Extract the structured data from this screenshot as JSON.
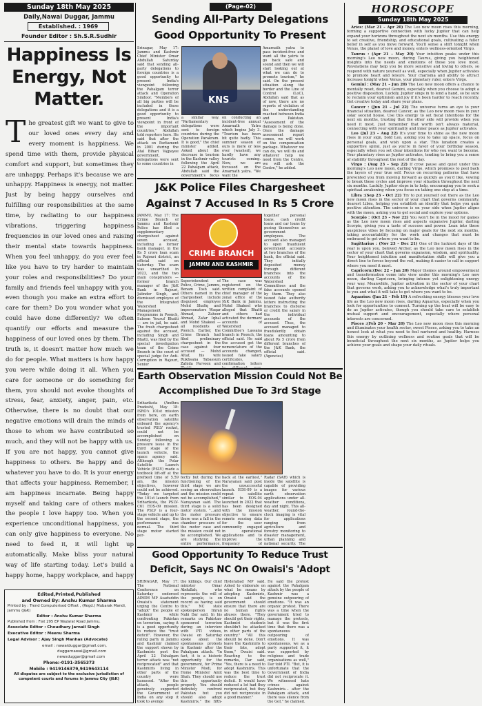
{
  "masthead": {
    "date": "Sunday 18th May 2025",
    "paper": "Daily,Nawai Duggar, Jammu",
    "established": "Established. : 1969",
    "founder": "Founder Editor : Sh.S.R.Sudhir",
    "page": "(Page-02)"
  },
  "editorial": {
    "title": "Happiness Is Energy, Not Matter.",
    "dropcap": "T",
    "body": "he greatest gift we want to give to our loved ones every day and every moment is happiness. We spend time with them, provide physical comfort and support, but sometimes they are unhappy. Perhaps it's because we are unhappy. Happiness is energy, not matter. Just by being happy ourselves and fulfilling our responsibilities at the same time, by radiating to our happiness vibrations, triggering happiness frequencies in our loved ones and raising their mental state towards happiness. When you feel unhappy, do you ever feel like you have to try harder to maintain your roles and responsibilities? Do your family and friends feel unhappy with you, even though you make an extra effort to care for them? Do you wonder what you could have done differently? We often quantify our efforts and measure the happiness of our loved ones by them. The truth is, it doesn't matter how much we do for people. What matters is how happy you were while doing it all. When you care for someone or do something for them, you should not evoke thoughts of stress, fear, anxiety, anger, pain, etc. Otherwise, there is no doubt that our negative emotions will drain the minds of those to whom we have contributed so much, and they will not be happy with us. If you are not happy, you cannot give happiness to others. Be happy and do whatever you have to do. It is your energy that affects your happiness. Remember, I am happiness incarnate. Being happy myself and taking care of others makes the people I love happy too. When you experience unconditional happiness, you can only give happiness to everyone. No need to feed it, it will light up automatically. Make bliss your natural way of life starting today. Let's build a happy home, happy workplace, and happy world by always being happy in every situation."
  },
  "imprint": {
    "heading1": "Edited,Printed,Published",
    "heading2": "and Owned By: Anshu Kumar Sharma",
    "printed_by": "Printed by : Trend Computerised Offset , (Regd.) Mubarak Mandi, Jammu (J&K)",
    "editor": "Editor : Anshu Kumar Sharma",
    "published": "Published from : Flat 295 EP Wazarat Road Jammu.",
    "assoc_editor": "Associate Editor : Choudhary Jarnail Singh",
    "exec_editor": "Executive Editor : Meenu Sharma",
    "legal": "Legal Advisor : Ajay Singh Manhas (Advocate)",
    "email_label": "email :",
    "email1": "nawaiduggar@gmail.com,",
    "email2": "duggarnawai@gmail.com",
    "email3": "newsduggar@gmail.com",
    "phone": "Phone:-0191-3565373",
    "mobile": "Mobile : 9419146379,9419643114",
    "disclaimer": "All disputes are subject to the exclusive jurisdiction of competent courts and forums in Jammu City (J&K)"
  },
  "horoscope": {
    "title": "HOROSCOPE",
    "date": "Sunday 18th May 2025",
    "entries": [
      {
        "sign": "Aries: (Mar 21 – Apr 20)",
        "text": "The Leo new moon rises this morning, forming a supportive connection with lucky Jupiter that can help expand your horizons throughout the next six months. Use this energy to set creative, friendship, and educational goals, cultivating a fuller belief in self as you move forward. You'll sense a shift tonight when Venus, the planet of love and money, enters wellness-oriented Virgo."
      },
      {
        "sign": "Taurus : (Apr 21 – May 20)",
        "text": "Your intuition peaks under this morning's Leo new moon, during Taurus, giving you heightened insights into the needs and emotions of those you love most. Revelations may help you be more sensitive and loving to others, so respond with nature yourself as well, especially when Jupiter activates to promote heart and leisure. Your charisma and ability to attract increase tonight when Venus, your planetary ruler, enters Virgo."
      },
      {
        "sign": "Gemini : (May 21 – Jun 20)",
        "text": "The Leo new moon offers a chance to mentally reset, dearest Gemini, especially when you choose to adopt a positive disposition. Luckily, Jupiter sings in to lend a hand, so be sure to reclaim your optimism and joy if it's been harder to reach recently. Get creative today and share your plans."
      },
      {
        "sign": "Cancer : (Jun 21 – Jul 22)",
        "text": "The universe turns an eye to your financial situation, dearest Cancer, as the Leo new moon rises in your solar second house. Use this energy to set fiscal intentions for the next six months, trusting that the other side will provide when you need it most. Just remember that worth isn't always material, connecting with your spirituality and inner peace as Jupiter activates."
      },
      {
        "sign": "Leo (Jul 23 – Aug 22)",
        "text": "It's your time to shine as the new moon rises in your sign, bold Leo, asking you to take up space, focus on personal goals, and wish upon a star. This lunation creates a supportive spiral, just as you're in favor of your birthday season, especially when you set clear intentions for who you want to become. Your planetary rises as Jupiter activates, tending to bring you a sense of stability throughout the rest of the day."
      },
      {
        "sign": "Virgo : (Aug 23 – Sep 22)",
        "text": "If crow pause and quiet under this morning's Leo new moon, darling Virgo, which promises to peel back the layers of your true self. Focus on recurring patterns that have prevented you from moving forward as quickly as you'd like, vowing to break these cycles and improve your situation throughout the next six months. Luckily, Jupiter steps in to help, encouraging you to seek a spiritual awakening when you focus on taking one step at a time."
      },
      {
        "sign": "Libra :(Sep 23 – Oct 22)",
        "text": "Try to put yourself out there as the Leo new moon rises in the sector of your chart that governs community, dearest Libra, helping you establish an identity that helps you gain positive attention. The universe is on your side when Jupiter aligns with the moon, asking you to get social and explore your options."
      },
      {
        "sign": "Scorpio : (Oct 23 – Nov 22)",
        "text": "You won't be in the mood for games as the Leo new moon rises and aspects expansive Jupiter, darling Scorpio, giving you a taste of success and power. Lean into these auspicious vibes by focusing on major goals for the next six months, taking accountability for the work and changes that must be embraced to get where you want to be."
      },
      {
        "sign": "Sagittarius : (Nov 23 – Dec 21)",
        "text": "One of the luckiest days of the year is upon you, beloved Archer, as the Leo new moon rises in the sector of your chart that governs expansion, wisdom, and spirituality. Your heightened intuition and manifestation skills will give you a direct line to forces beyond the veil, making it easier to call in support where you need it most."
      },
      {
        "sign": "Capricorn:(Dec 22 – Jan 20)",
        "text": "Major themes around empowerment and transformation come into view under this morning's Leo new moon, darling Capricorn, bringing intense yet enlightening energy your way. Meanwhile, Jupiter activation in the sector of your chart that governs work, asking you to acknowledge what's truly important to you and what it will take to get where you want to be."
      },
      {
        "sign": "Aquarius: (Jan 21 – Feb 19)",
        "text": "A refreshing energy blesses your love life as the Leo new moon rises, darling Aquarius, especially when you look for opportunities to connect. Turning up the heat will be easy to do as Jupiter activates, though you should take care to establish mutual support and encouragement, especially where personal interests are concerned."
      },
      {
        "sign": "Pisces :(Feb 20 – Mar 20)",
        "text": "The Leo new moon rises this morning and illuminates your health sector, sweet Pisces, asking you to take an honest look at what you need to feel nurtured and healthy. Harness this energy by outlining wellness and routine goals that will be beneficial throughout the next six months, as Jupiter helps you achieve your goals and shape your daily rituals."
      }
    ]
  },
  "articles": {
    "omar": {
      "headline": "Sending All-Party Delegations Good Opportunity To Present India's Viewpoint To Foreign Nations: Omar",
      "photo_caption": "KNS",
      "col1": "Srinagar, May 17: Jammu and Kashmir Chief Minister Omar Abdullah Saturday said that sending all-party delegations to foreign countries is a good opportunity to present India's viewpoint following the Pahalgam terror attack and Operation Sindoor. \"Members of all big parties will be included in these delegations and it is a good opportunity to present India's viewpoint in front of the important countries,\" Abdullah told reporters here. He said that after the attack on Parliament in 2001 during the Atal Bihari Vajpayee government, delegations were sent to some countries in",
      "col2": "a similar way. \"Parliamentary delegations were sent to foreign countries during the Operation Parakram. It is good,\" the chief minister added. Asked about the decrease in tourism in the Kashmir valley following the April 22 Pahalgam attack, Abdullah said the government's focus now is",
      "col3": "on conducting an incident-free annual Amarnath Yatra which begins July 3. \"Tourism has been hit quite badly. This summer season of ours is more or less over (washed), we hardly have any tourists coming. Now, we are focussed on the Amarnath yatra. \"We want the",
      "col4": "Amarnath yatra to pass incident-free and want all the yatris to go back safe and sound and then we will start looking out at what we can do to promote tourism,\" he said. On the present situation along the border and the Line of Control (LoC), Abdullah said that as of now, there are no reports of violation of the understanding reached between India and Pakistan. \"Assessment of the damage is being done. Once the damage assessment report comes, we will work on the compensation package. Whatever we can do, we will do and whatever help we need from the Centre, we will ask the Centre,\" he added."
    },
    "crime": {
      "headline": "J&K Police Files Chargesheet Against 7 Accused In Rs 5 Crore Bank Loan Scam",
      "photo_line1": "CRIME BRANCH",
      "photo_line2": "JAMMU AND KASHMIR",
      "col1": "JAMMU, May 17: The Crime Branch of Jammu and Kashmir Police has filed a supplementary chargesheet against seven accused, including a former bank manager, in the Rs 5 crore loan scam in Rajouri district, an official said on Saturday. The scam was unearthed in 2023, and the two main conspirators — former branch manager of the J&K Bank in Rajouri, Jatinder Singh, and dismissed employee of the Integrated Watershed Management Programme in Poonch, Saleem Yousuf Bhatti — are in jail, he said. The fresh chargesheet against the accused, including Singh and Bhatti, was filed by the special investigation team of the Crime Branch in the court of special judge for Anti-Corruption in Rajouri, Senior",
      "col2": "Superintendent of Police, Crime, Jammu, Benam Tosh said. Others named in the chargesheet include disguised employee Mohd Shafiq and impersonators Waqar Ahmad, Zaheer Ahmad, Zafar Iqbal and Mohd Shakeel — all residents of Poonch. Earlier, the Crime Branch had filed preliminary chargesheet in the case against four accused — Mohd Altaf, his wife Rukhsana Tabassum Zahida Parveen and Bhatti.",
      "col3": "The case was registered on the written complaint of chief manager of the zonal office of the J&K Bank in Jammu, Mohd Shakeel who alleged that Bhatti and others had activated the dormant accounts of Watershed Committee's Lassana branch in Poonch, the official said. He said the accused got the nomenclature of the accounts changed, issued fake salary certificates, confirmation letters to different non-existent employees and managed",
      "col4": "together personal loans, cash credit loans and car loans by posing themselves as government employees. The accused also managed to open fraudulent government accounts at two branches of the bank, the official said. They initially deposited money through different branches into the accounts of the Watershed Committees and the fake accounts opened by them. They also issued fake authority letters instructing the branches to disburse or credit the salary in the individual accounts of the accused. Thus, the accused managed to fraudulently obtain loans amounting to about Rs 5 crore from different branches of the J&K Bank, the official said. (Agencies)"
    },
    "isro": {
      "headline": "Earth Observation Mission Could Not Be Accomplished Due To 3rd Stage Pressure Issue: ISRO Chief",
      "col1": "Sriharikota (Andhra Pradesh), May 18: ISRO's 101st mission from here, on earth observation satellite onboard the agency's trusted PSLV rocket, could not be accomplished on Sunday following a pressure issue in the third stage of the launch vehicle, the space agency said. Although the Polar Satellite Launch Vehicle (PSLV) made a textbook lift-off at the prefixed time of 5.59 am, the mission objectives, however could not be achieved. \"Today we targeted the 101st launch from Sriharikota, the PSLV-C61 EOS-09 mission. The PSLV is a four-stage vehicle and up to the second stage, the performance was normal. The third stage motor started per-",
      "col2": "fectly but during the functioning of the third stage we are seeing an observation and the mission could not be accomplished,\" Narayanan said. The third stage is a solid motor system. \"...and the motor pressure there was a fall in the chamber pressure of the motor case and the mission could not be accomplished. We are studying the entire performance, we shall come",
      "col3": "back at the earliest,\" Narayanan said post the unsuccessful launch. EOS-09 is a repeat satellite similar to EOS-04 launched in 2022 that has been designed with the mission objective to ensure remote sensing data for the user community engaged in operational applications and to improve the frequency of observation. The mission's payload, a Synthetic Aperture",
      "col4": "Radar (SAR) which is inside the satellite is capable of providing images for various earth observation applications under all-weather conditions, day and night. This all-weather, round-the-clock imaging is vital for applications ranging from agriculture and forestry monitoring to disaster management, urban planning and national security. The mission was aimed to be a debris-free one. According to scientists, a sufficient amount of the fuel had been reserved for de-orbiting the satellite after its effective mission life by lowering it to an orbit that ensures its decay within two years, towards ensuring a debris-free mission. (Agencies)"
    },
    "nc": {
      "headline": "Good Opportunity To Reduce Trust Deficit, Says NC On Owaisi's 'Adopt Kashmiris' Statement",
      "col1": "SRINAGAR, May 17: The National Conference on Saturday endorsed AIMIM MP Asaduddin Owaisi's statement urging the Centre to \"adopt\" the people of Kashmir while confronting Pakistan on terrorism, saying it is a good opportunity to reduce the \"trust deficit\". However, the ruling party in Jammu and Kashmir claimed the support shown by Kashmiris post the April 22 Pahalgam terror attack was \"not reciprocated\" and that Kashmiris living in other parts of the country were harassed. \"After the attack, people genuinely supported the Government of India on any step it took to avenge",
      "col2": "the killings. Our chief minister Omar Abdullah, who represents the will of the people, is on record as having said this,\" NC state spokesperson Imran Nabi Dar said. In his remarks on Pakistan-sponsored terrorism during an interview with PTI videos, Owaisi on Saturday spoke about the spontaneous protests in Kashmir after the Pahalgam attack. \"In fact, it is a historic opportunity for the government, for Prime Minister Modi, for Home Minister Amit Shah. They should use this opportunity properly. You should definitely confront Pakistan but you should also adopt Kashmiris,\" the fifth-term",
      "col3": "Hyderabad MP said. Asked to elaborate on what he means by adopting Kashmiris, Owaisi said the government should ensure that there are no human rights abuses there. \"They should get their rights, Kashmiri students shouldn't be attacked in other parts of the country.\" \"All this should be done. Don't leave the Kashmiris to their fate, adopt them,\" Owaisi said. Reacting to the remarks, Dar said, \"Yes, there is a need to adopt Kashmiris. This was the best time to reduce the trust deficit. It would have reduced a lot had they reciprocated, but they did not reciprocate in a good manner.\"",
      "col4": "He said the protest against the Pahalgam attack by the people of Kashmir was a genuine outpouring of emotions. \"It was an organic protest. There was a time when the government tried to manage the protests, but it was the first time that there was a spontaneous outpouring of emotions. It was spontaneous, we as a party supported it, it was supported by religious and trade organisations as well,\" Dar told PTI. \"But, it is unfortunate that the Government of India did not reciprocate it. We witnessed hate crimes against Kashmiris... after the Pahalgam attack, and there was silence from the GoI,\" he claimed."
    }
  },
  "colors": {
    "ink": "#111111",
    "bar": "#1a1a1a",
    "paper": "#f2f2f0",
    "accent_red": "#c62828",
    "photo_blue": "#2f5f9e"
  }
}
